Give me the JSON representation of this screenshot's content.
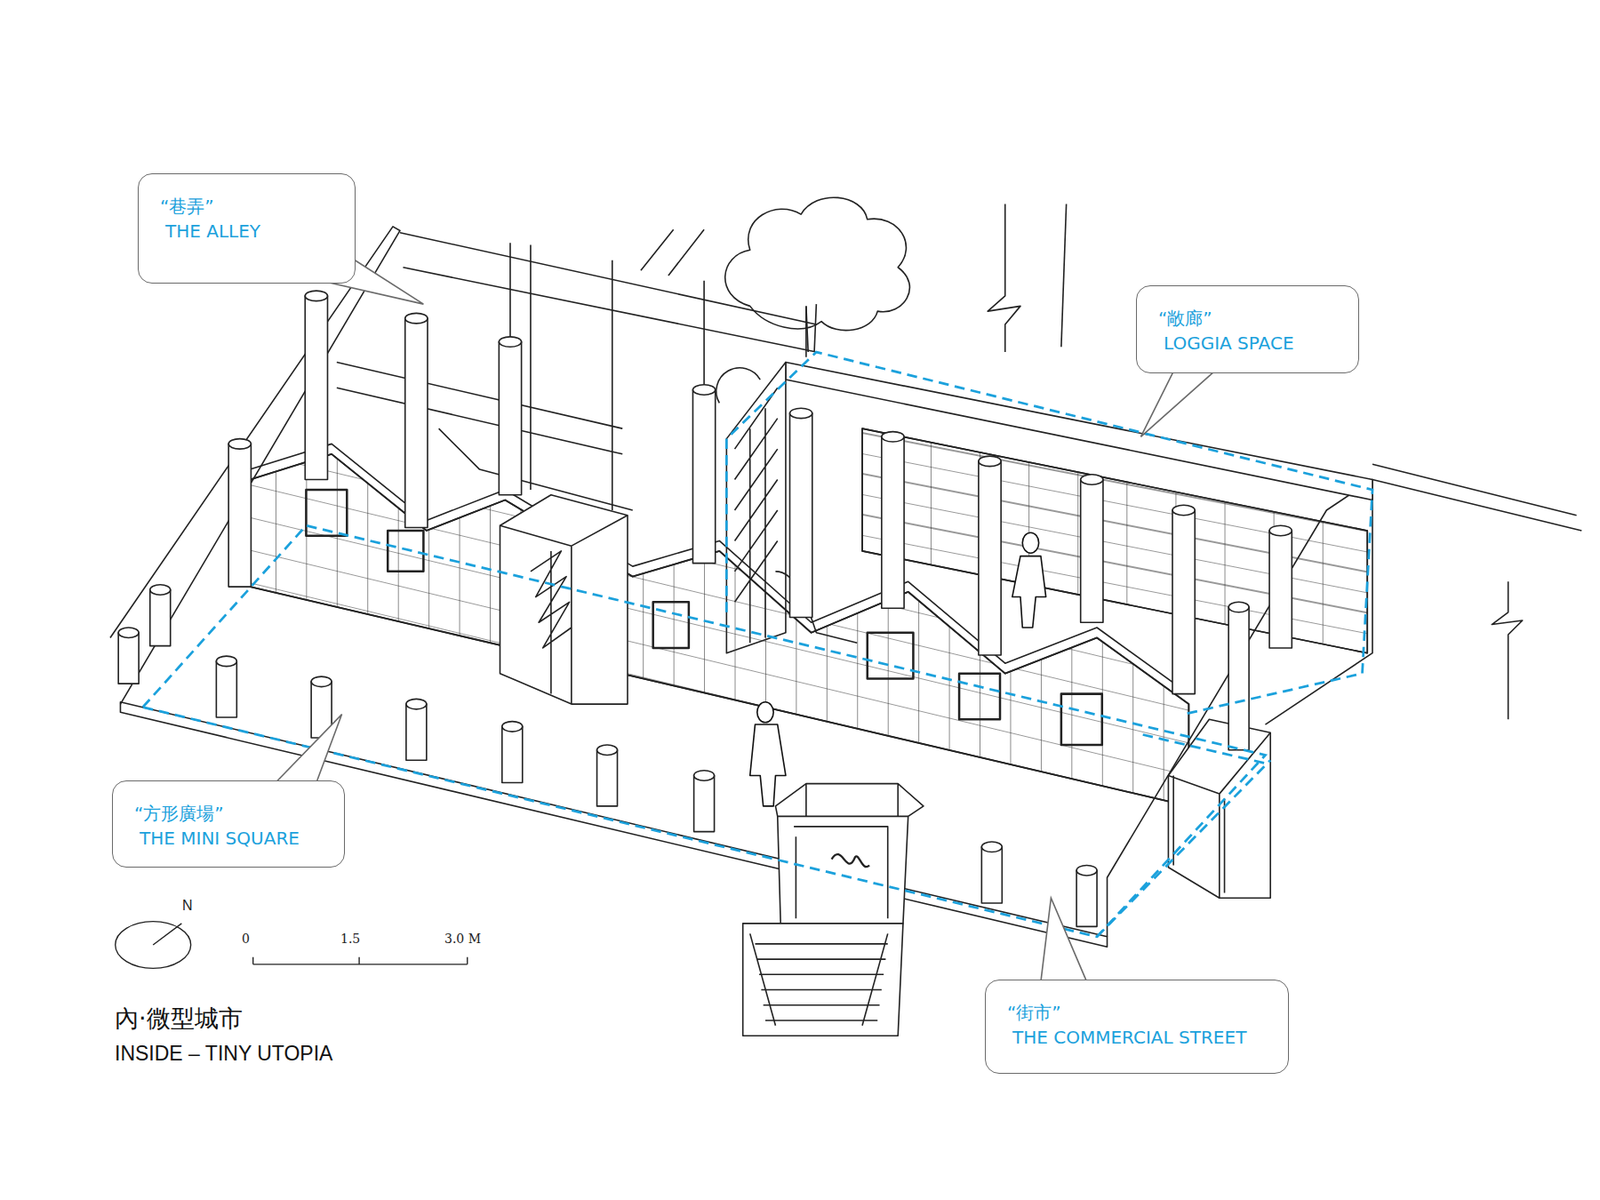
{
  "diagram": {
    "title": "內·微型城市",
    "caption": "INSIDE – TINY UTOPIA",
    "nodes": [
      {
        "text": [
          "“巷弄”",
          "THE ALLEY"
        ]
      },
      {
        "text": [
          "“敞廊”",
          "LOGGIA SPACE"
        ]
      },
      {
        "text": [
          "“方形廣場”",
          "THE MINI SQUARE"
        ]
      },
      {
        "text": [
          "“街市”",
          "THE COMMERCIAL STREET"
        ]
      }
    ],
    "labels": [
      "N",
      "0",
      "1.5",
      "3.0 M"
    ]
  }
}
